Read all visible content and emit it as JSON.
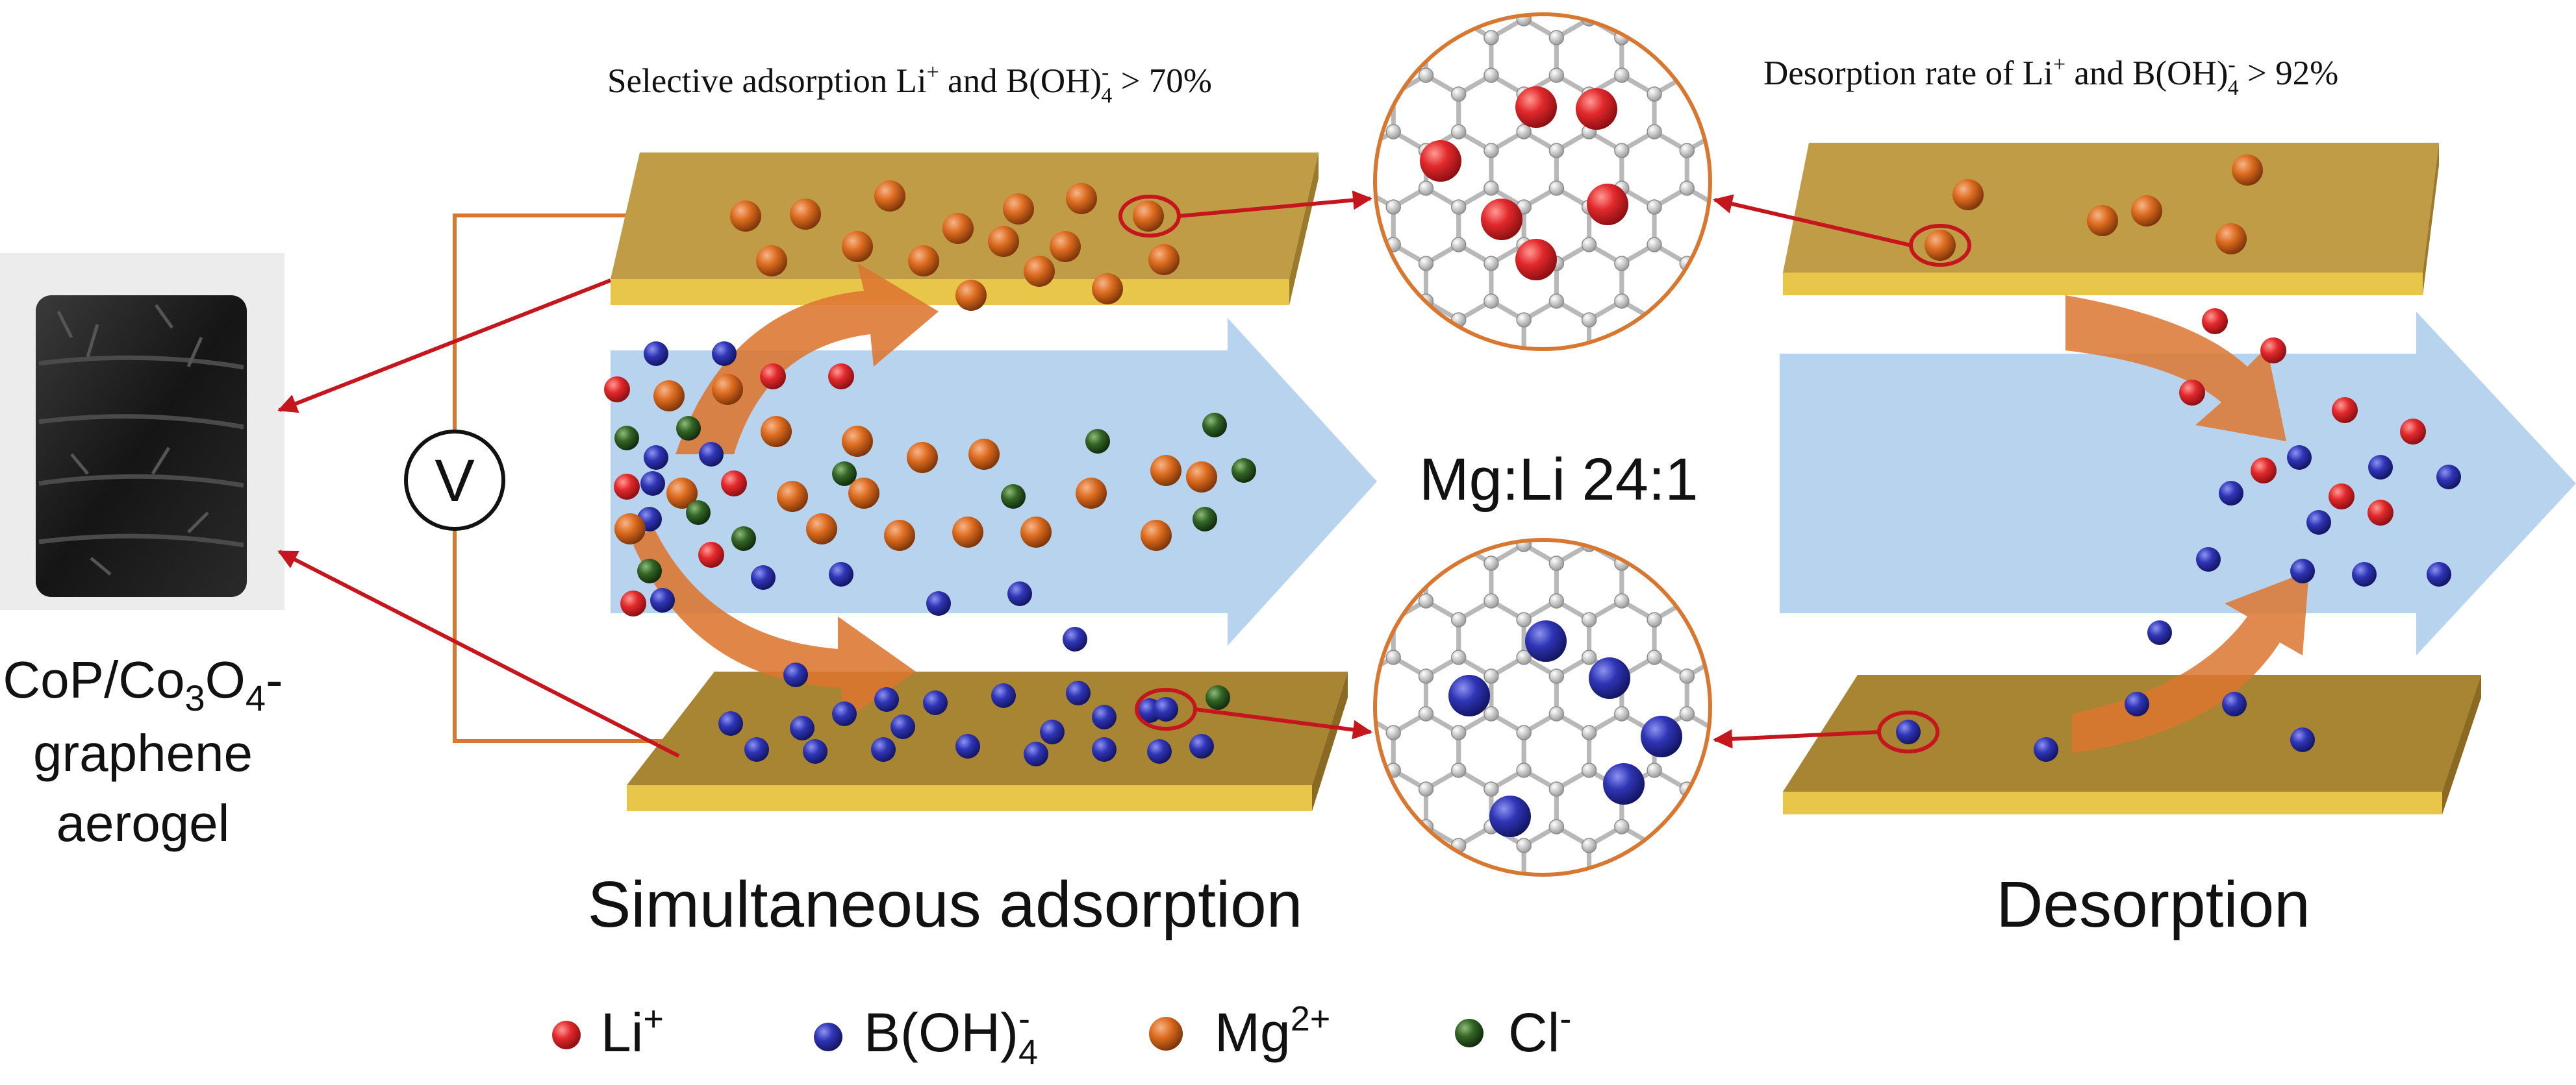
{
  "material": {
    "line1": "CoP/Co",
    "sub3": "3",
    "o": "O",
    "sub4": "4",
    "dash": "-",
    "line2": "graphene",
    "line3": "aerogel"
  },
  "voltmeter_label": "V",
  "adsorption": {
    "caption_part1": "Selective adsorption Li",
    "caption_part2": " and B(OH)",
    "caption_part3": " > 70%",
    "title": "Simultaneous adsorption"
  },
  "desorption": {
    "caption_part1": "Desorption rate of Li",
    "caption_part2": " and B(OH)",
    "caption_part3": " > 92%",
    "title": "Desorption"
  },
  "ratio_label": "Mg:Li 24:1",
  "sup_plus": "+",
  "sup_minus": "-",
  "sub_4": "4",
  "legend": [
    {
      "base": "Li",
      "sup": "+",
      "sub": "",
      "color": "#d8252b"
    },
    {
      "base": "B(OH)",
      "sup": "-",
      "sub": "4",
      "color": "#2b2fa6"
    },
    {
      "base": "Mg",
      "sup": "2+",
      "sub": "",
      "color": "#d96a1f"
    },
    {
      "base": "Cl",
      "sup": "-",
      "sub": "",
      "color": "#2e5c22"
    }
  ],
  "colors": {
    "li": "#d8252b",
    "boh4": "#2b2fa6",
    "mg": "#d96a1f",
    "cl": "#2e5c22",
    "plate": "#c09c46",
    "flow": "#b8d3ee",
    "arrow_orange": "#dc7530",
    "wire": "#d87830",
    "pointer": "#c4161c"
  }
}
